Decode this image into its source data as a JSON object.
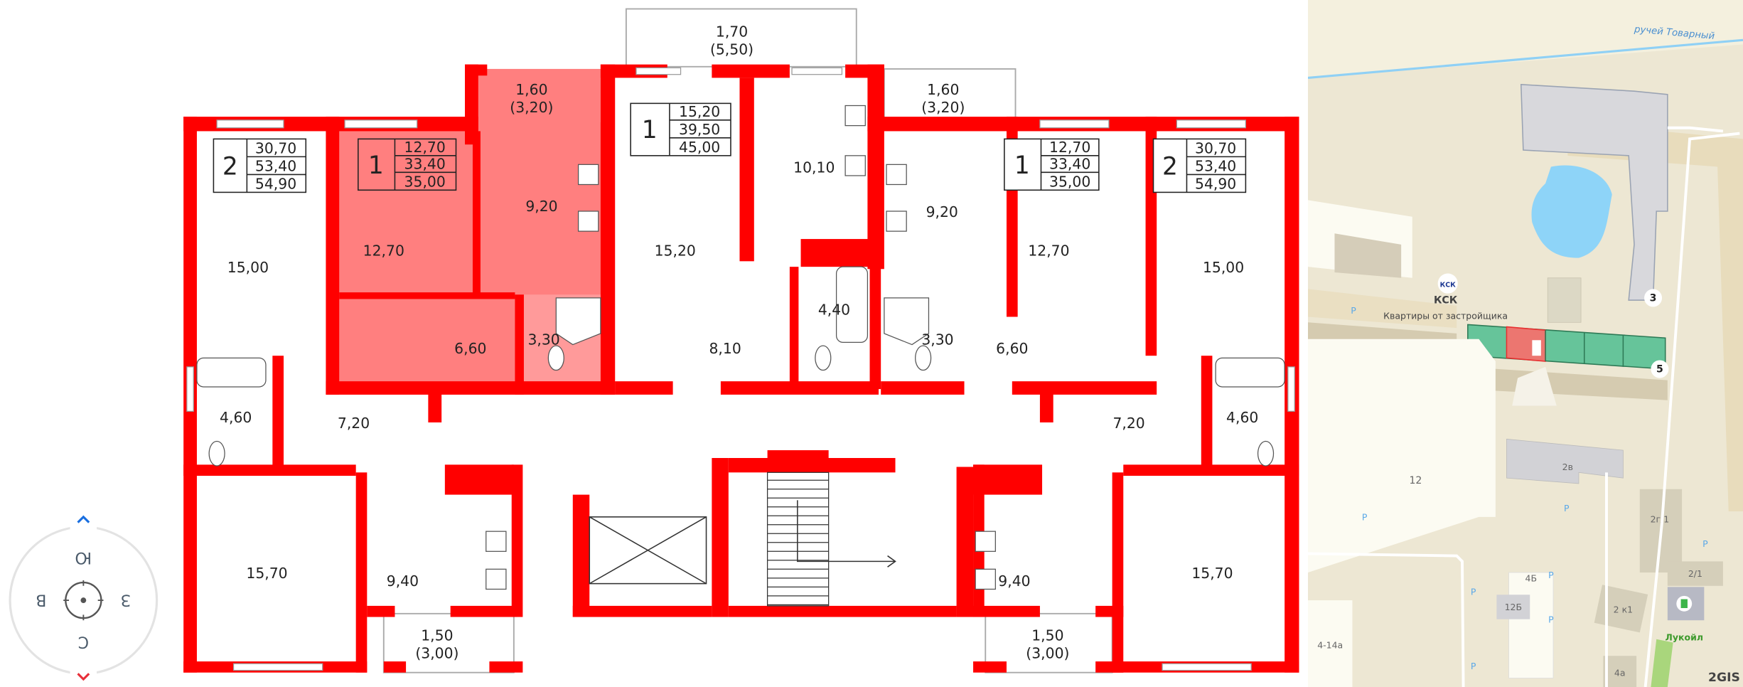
{
  "plan": {
    "highlight_color": "#ff7f7f",
    "wall_color": "#ff0000",
    "balconies": [
      {
        "area": "1,70",
        "full": "(5,50)"
      },
      {
        "area": "1,60",
        "full": "(3,20)"
      },
      {
        "area": "1,60",
        "full": "(3,20)"
      },
      {
        "area": "1,50",
        "full": "(3,00)"
      },
      {
        "area": "1,50",
        "full": "(3,00)"
      }
    ],
    "apartments": [
      {
        "rooms": "2",
        "living": "30,70",
        "total": "53,40",
        "full": "54,90"
      },
      {
        "rooms": "1",
        "living": "12,70",
        "total": "33,40",
        "full": "35,00"
      },
      {
        "rooms": "1",
        "living": "15,20",
        "total": "39,50",
        "full": "45,00"
      },
      {
        "rooms": "1",
        "living": "12,70",
        "total": "33,40",
        "full": "35,00"
      },
      {
        "rooms": "2",
        "living": "30,70",
        "total": "53,40",
        "full": "54,90"
      }
    ],
    "rooms": [
      "15,00",
      "4,60",
      "7,20",
      "15,70",
      "12,70",
      "9,20",
      "6,60",
      "3,30",
      "15,20",
      "10,10",
      "8,10",
      "4,40",
      "9,20",
      "12,70",
      "3,30",
      "6,60",
      "15,00",
      "4,60",
      "7,20",
      "15,70",
      "9,40",
      "9,40"
    ]
  },
  "compass": {
    "north": "С",
    "south": "Ю",
    "east": "В",
    "west": "З",
    "up_color": "#1a6fe0",
    "down_color": "#e8303a"
  },
  "map": {
    "stream": "ручей Товарный",
    "poi_name": "КСК",
    "poi_logo": "КСК",
    "poi_caption": "Квартиры от застройщика",
    "building_markers": [
      "3",
      "5"
    ],
    "addresses": [
      "2в",
      "12",
      "2г/1",
      "2/1",
      "4Б",
      "12Б",
      "2 к1",
      "4-14а",
      "4а"
    ],
    "fuel_station": "Лукойл",
    "parking": "P",
    "brand": "2GIS",
    "building_color": "#66c49a",
    "selected_color": "#ec7670"
  }
}
